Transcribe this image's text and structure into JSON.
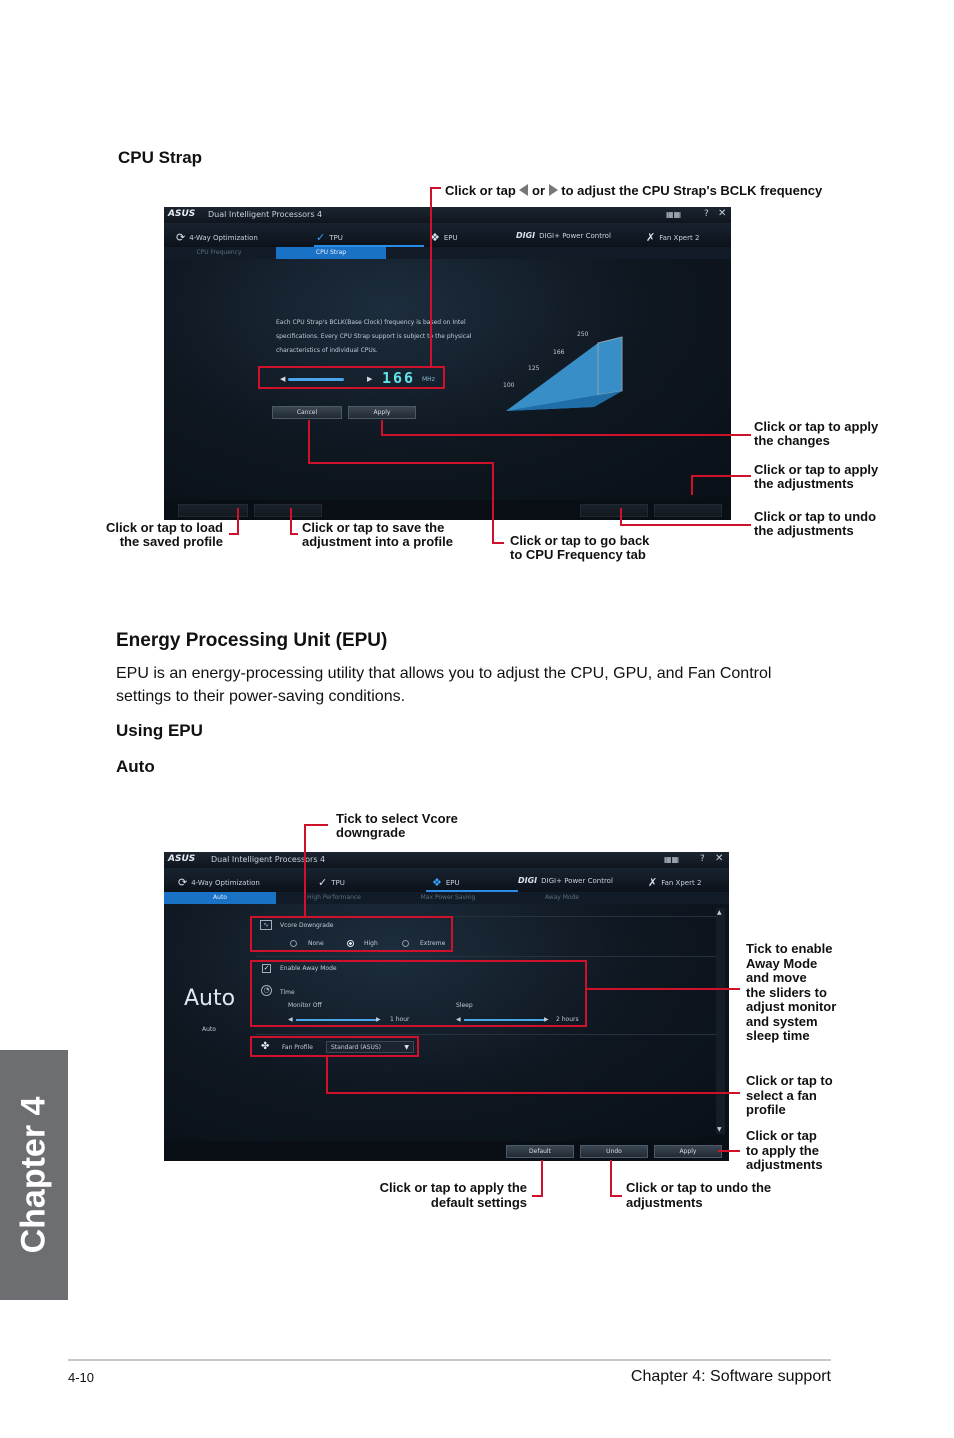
{
  "cpu_strap": {
    "heading": "CPU Strap",
    "window": {
      "brand": "ASUS",
      "title": "Dual Intelligent Processors 4",
      "nav": [
        "4-Way Optimization",
        "TPU",
        "EPU",
        "DIGI+ Power Control",
        "Fan Xpert 2"
      ],
      "nav_brand": "DIGI",
      "subtabs": [
        "CPU Frequency",
        "CPU Strap"
      ],
      "desc": [
        "Each CPU Strap's BCLK(Base Clock) frequency is based on Intel",
        "specifications. Every CPU Strap support is subject to the physical",
        "characteristics of individual CPUs."
      ],
      "value": "166",
      "unit": "MHz",
      "cancel": "Cancel",
      "apply": "Apply",
      "chart_ticks": [
        "100",
        "125",
        "166",
        "250"
      ]
    },
    "callouts": {
      "arrows_pre": "Click or tap",
      "arrows_or": "or",
      "arrows_post": "to adjust the CPU Strap's BCLK frequency",
      "apply_changes": [
        "Click or tap to apply",
        "the changes"
      ],
      "apply_adjustments": [
        "Click or tap to apply",
        "the adjustments"
      ],
      "undo": [
        "Click or tap to undo",
        "the adjustments"
      ],
      "load_profile": [
        "Click or tap to load",
        "the saved profile"
      ],
      "save_profile": [
        "Click or tap to save the",
        "adjustment into a profile"
      ],
      "go_back": [
        "Click or tap to go back",
        "to CPU Frequency tab"
      ]
    }
  },
  "epu": {
    "heading": "Energy Processing Unit (EPU)",
    "body": [
      "EPU is an energy-processing utility that allows you to adjust the CPU, GPU, and Fan Control",
      "settings to their power-saving conditions."
    ],
    "using": "Using EPU",
    "auto": "Auto",
    "window": {
      "brand": "ASUS",
      "title": "Dual Intelligent Processors 4",
      "nav": [
        "4-Way Optimization",
        "TPU",
        "EPU",
        "DIGI+ Power Control",
        "Fan Xpert 2"
      ],
      "nav_brand": "DIGI",
      "subtabs": [
        "Auto",
        "High Performance",
        "Max Power Saving",
        "Away Mode"
      ],
      "big_label": "Auto",
      "small_label": "Auto",
      "vcore": "Vcore Downgrade",
      "options": [
        "None",
        "High",
        "Extreme"
      ],
      "away": "Enable Away Mode",
      "time": "Time",
      "monitor_off": "Monitor Off",
      "monitor_val": "1 hour",
      "sleep": "Sleep",
      "sleep_val": "2 hours",
      "fan_profile": "Fan Profile",
      "fan_value": "Standard (ASUS)",
      "default": "Default",
      "undo": "Undo",
      "apply": "Apply"
    },
    "callouts": {
      "vcore": [
        "Tick to select Vcore",
        "downgrade"
      ],
      "away": [
        "Tick to enable",
        "Away Mode",
        "and move",
        "the sliders to",
        "adjust monitor",
        "and system",
        "sleep time"
      ],
      "fan": [
        "Click or tap to",
        "select a fan",
        "profile"
      ],
      "apply": [
        "Click or tap",
        "to apply the",
        "adjustments"
      ],
      "default": [
        "Click or tap to apply the",
        "default settings"
      ],
      "undo": [
        "Click or tap to undo the",
        "adjustments"
      ]
    }
  },
  "footer": {
    "page": "4-10",
    "chapter": "Chapter 4: Software support",
    "tab": "Chapter 4"
  }
}
